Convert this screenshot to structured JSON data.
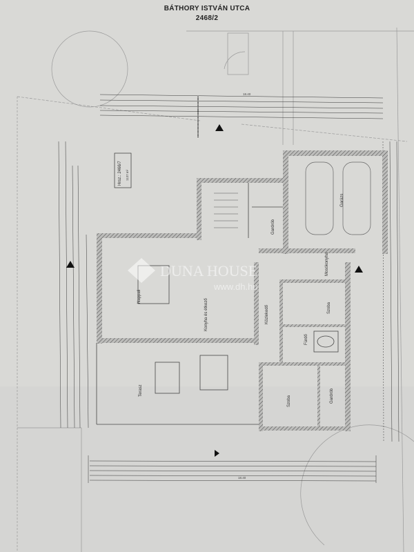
{
  "header": {
    "street": "BÁTHORY ISTVÁN UTCA",
    "parcel": "2468/2"
  },
  "plot_label": {
    "hrsz": "Hrsz.: 2466/7",
    "area": "1137 m²"
  },
  "rooms": [
    {
      "name": "Nappali"
    },
    {
      "name": "Konyha és étkező"
    },
    {
      "name": "Közlekedő"
    },
    {
      "name": "Garázs"
    },
    {
      "name": "Gardrób"
    },
    {
      "name": "Mosókonyha"
    },
    {
      "name": "Szoba"
    },
    {
      "name": "Fürdő"
    },
    {
      "name": "Szoba"
    },
    {
      "name": "Gardrób"
    },
    {
      "name": "Terasz"
    }
  ],
  "dimensions": {
    "total_top": "18.40",
    "total_bottom": "18.40"
  },
  "watermark": {
    "brand": "DUNA HOUSE",
    "url": "www.dh.hu"
  }
}
